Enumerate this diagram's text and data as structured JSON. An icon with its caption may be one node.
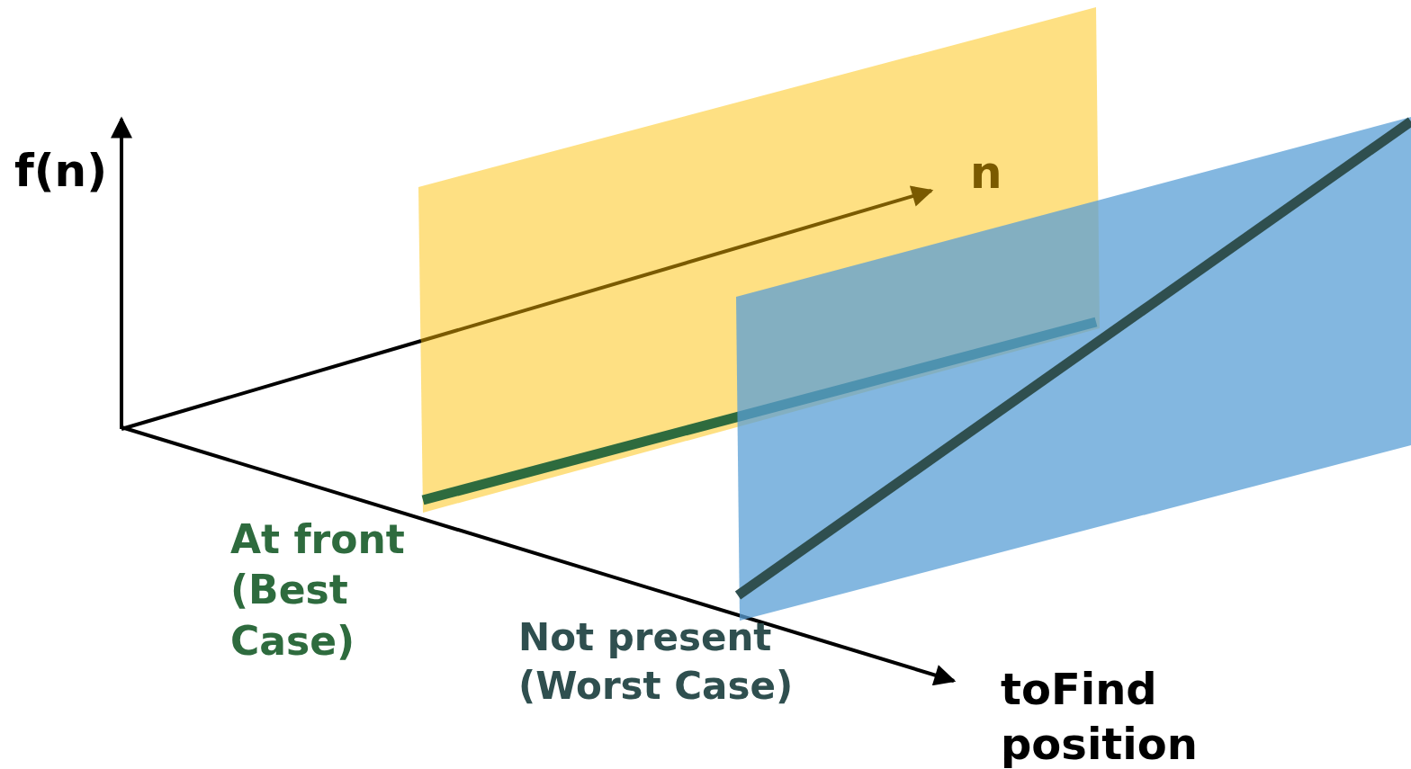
{
  "diagram": {
    "labels": [
      "f(n)",
      "n",
      "At front (Best Case)",
      "Not present (Worst Case)",
      "toFind position"
    ]
  }
}
